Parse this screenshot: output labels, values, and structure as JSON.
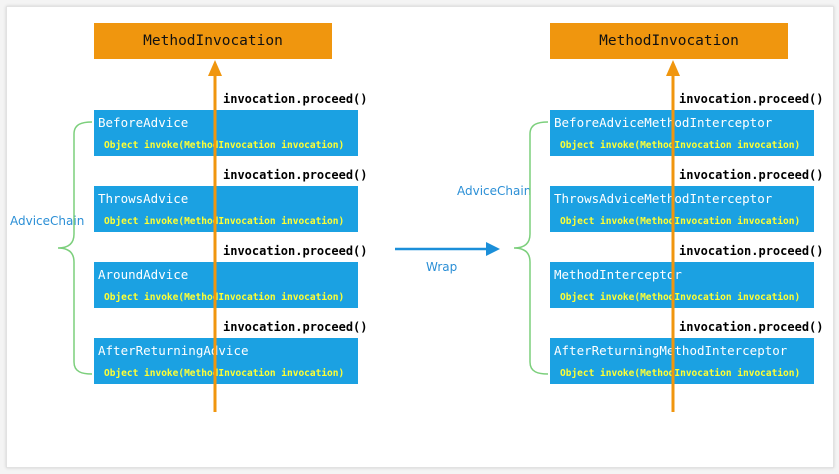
{
  "colors": {
    "method_invocation_bg": "#f0960e",
    "advice_bg": "#1ba1e2",
    "signature_text": "#ffff33",
    "arrow": "#f0960e",
    "brace": "#7ccf7c",
    "wrap_arrow": "#1b8fd9",
    "label_text": "#2b8fd6"
  },
  "left_panel": {
    "method_invocation": "MethodInvocation",
    "chain_label": "AdviceChain",
    "items": [
      {
        "name": "BeforeAdvice",
        "signature": "Object invoke(MethodInvocation invocation)",
        "proceed": "invocation.proceed()"
      },
      {
        "name": "ThrowsAdvice",
        "signature": "Object invoke(MethodInvocation invocation)",
        "proceed": "invocation.proceed()"
      },
      {
        "name": "AroundAdvice",
        "signature": "Object invoke(MethodInvocation invocation)",
        "proceed": "invocation.proceed()"
      },
      {
        "name": "AfterReturningAdvice",
        "signature": "Object invoke(MethodInvocation invocation)",
        "proceed": "invocation.proceed()"
      }
    ]
  },
  "wrap_label": "Wrap",
  "right_panel": {
    "method_invocation": "MethodInvocation",
    "chain_label": "AdviceChain",
    "items": [
      {
        "name": "BeforeAdviceMethodInterceptor",
        "signature": "Object invoke(MethodInvocation invocation)",
        "proceed": "invocation.proceed()"
      },
      {
        "name": "ThrowsAdviceMethodInterceptor",
        "signature": "Object invoke(MethodInvocation invocation)",
        "proceed": "invocation.proceed()"
      },
      {
        "name": "MethodInterceptor",
        "signature": "Object invoke(MethodInvocation invocation)",
        "proceed": "invocation.proceed()"
      },
      {
        "name": "AfterReturningMethodInterceptor",
        "signature": "Object invoke(MethodInvocation invocation)",
        "proceed": "invocation.proceed()"
      }
    ]
  }
}
